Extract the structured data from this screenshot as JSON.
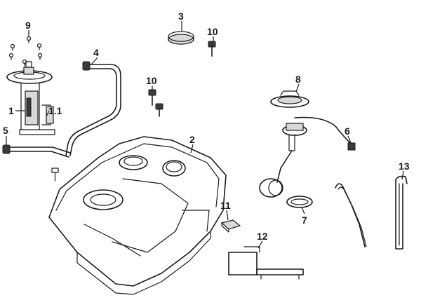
{
  "callouts": {
    "c9": "9",
    "c3": "3",
    "c10a": "10",
    "c4": "4",
    "c10b": "10",
    "c8": "8",
    "c1": "1",
    "c11a": "1.1",
    "c2": "2",
    "c6": "6",
    "c5": "5",
    "c13": "13",
    "c7": "7",
    "c11": "11",
    "c12": "12"
  }
}
